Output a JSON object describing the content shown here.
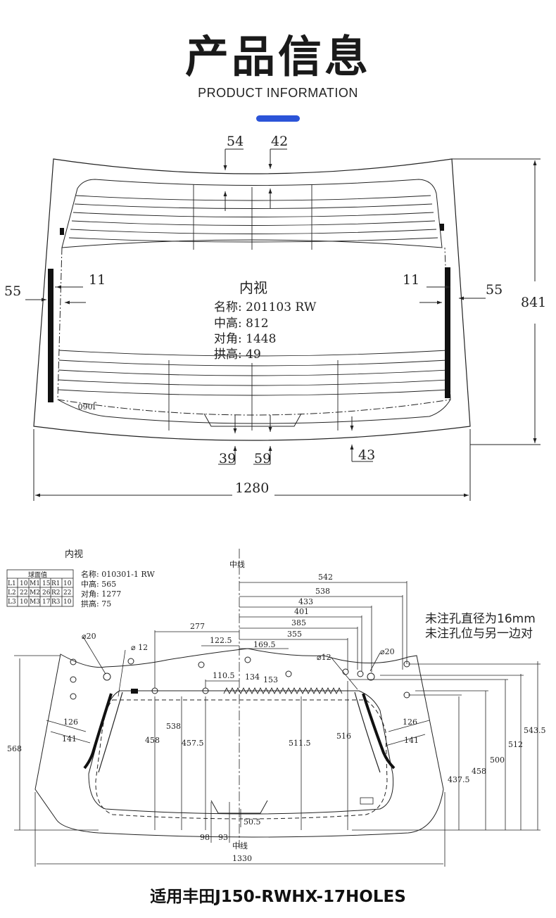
{
  "header": {
    "title": "产品信息",
    "subtitle": "PRODUCT INFORMATION",
    "accent_color": "#2b54d8"
  },
  "drawing1": {
    "view": "内视",
    "info": [
      "名称: 201103 RW",
      "中高: 812",
      "对角: 1448",
      "拱高: 49"
    ],
    "stamp": "J060",
    "dims": {
      "top_a": "54",
      "top_b": "42",
      "left_outer": "55",
      "left_inner": "11",
      "right_inner": "11",
      "right_outer": "55",
      "height": "841",
      "width": "1280",
      "bottom_a": "39",
      "bottom_b": "59",
      "bottom_c": "43"
    }
  },
  "drawing2": {
    "view": "内视",
    "table_title": "球面值",
    "table": [
      [
        "L1",
        "10",
        "M1",
        "15",
        "R1",
        "10"
      ],
      [
        "L2",
        "22",
        "M2",
        "26",
        "R2",
        "22"
      ],
      [
        "L3",
        "10",
        "M3",
        "17",
        "R3",
        "10"
      ]
    ],
    "info": [
      "名称: 010301-1  RW",
      "中高: 565",
      "对角: 1277",
      "拱高: 75"
    ],
    "centerline": "中线",
    "note_lines": [
      "未注孔直径为16mm",
      "未注孔位与另一边对"
    ],
    "holes": {
      "d20_left": "⌀20",
      "d12_left": "⌀ 12",
      "d12_right": "⌀12",
      "d20_right": "⌀20"
    },
    "horizontal_dims": [
      "542",
      "538",
      "433",
      "401",
      "385",
      "355",
      "277",
      "122.5",
      "169.5",
      "110.5"
    ],
    "dims_small": {
      "d134": "134",
      "d153": "153",
      "d126l": "126",
      "d141l": "141",
      "d126r": "126",
      "d141r": "141"
    },
    "vertical_dims": {
      "h568": "568",
      "h538": "538",
      "h458l": "458",
      "h457": "457.5",
      "h511": "511.5",
      "h516": "516",
      "h437": "437.5",
      "h458r": "458",
      "h500": "500",
      "h512": "512",
      "h543": "543.5"
    },
    "bottom": {
      "d98": "98",
      "d93": "93",
      "d50": "50.5",
      "width": "1330"
    }
  },
  "caption": "适用丰田J150-RWHX-17HOLES"
}
